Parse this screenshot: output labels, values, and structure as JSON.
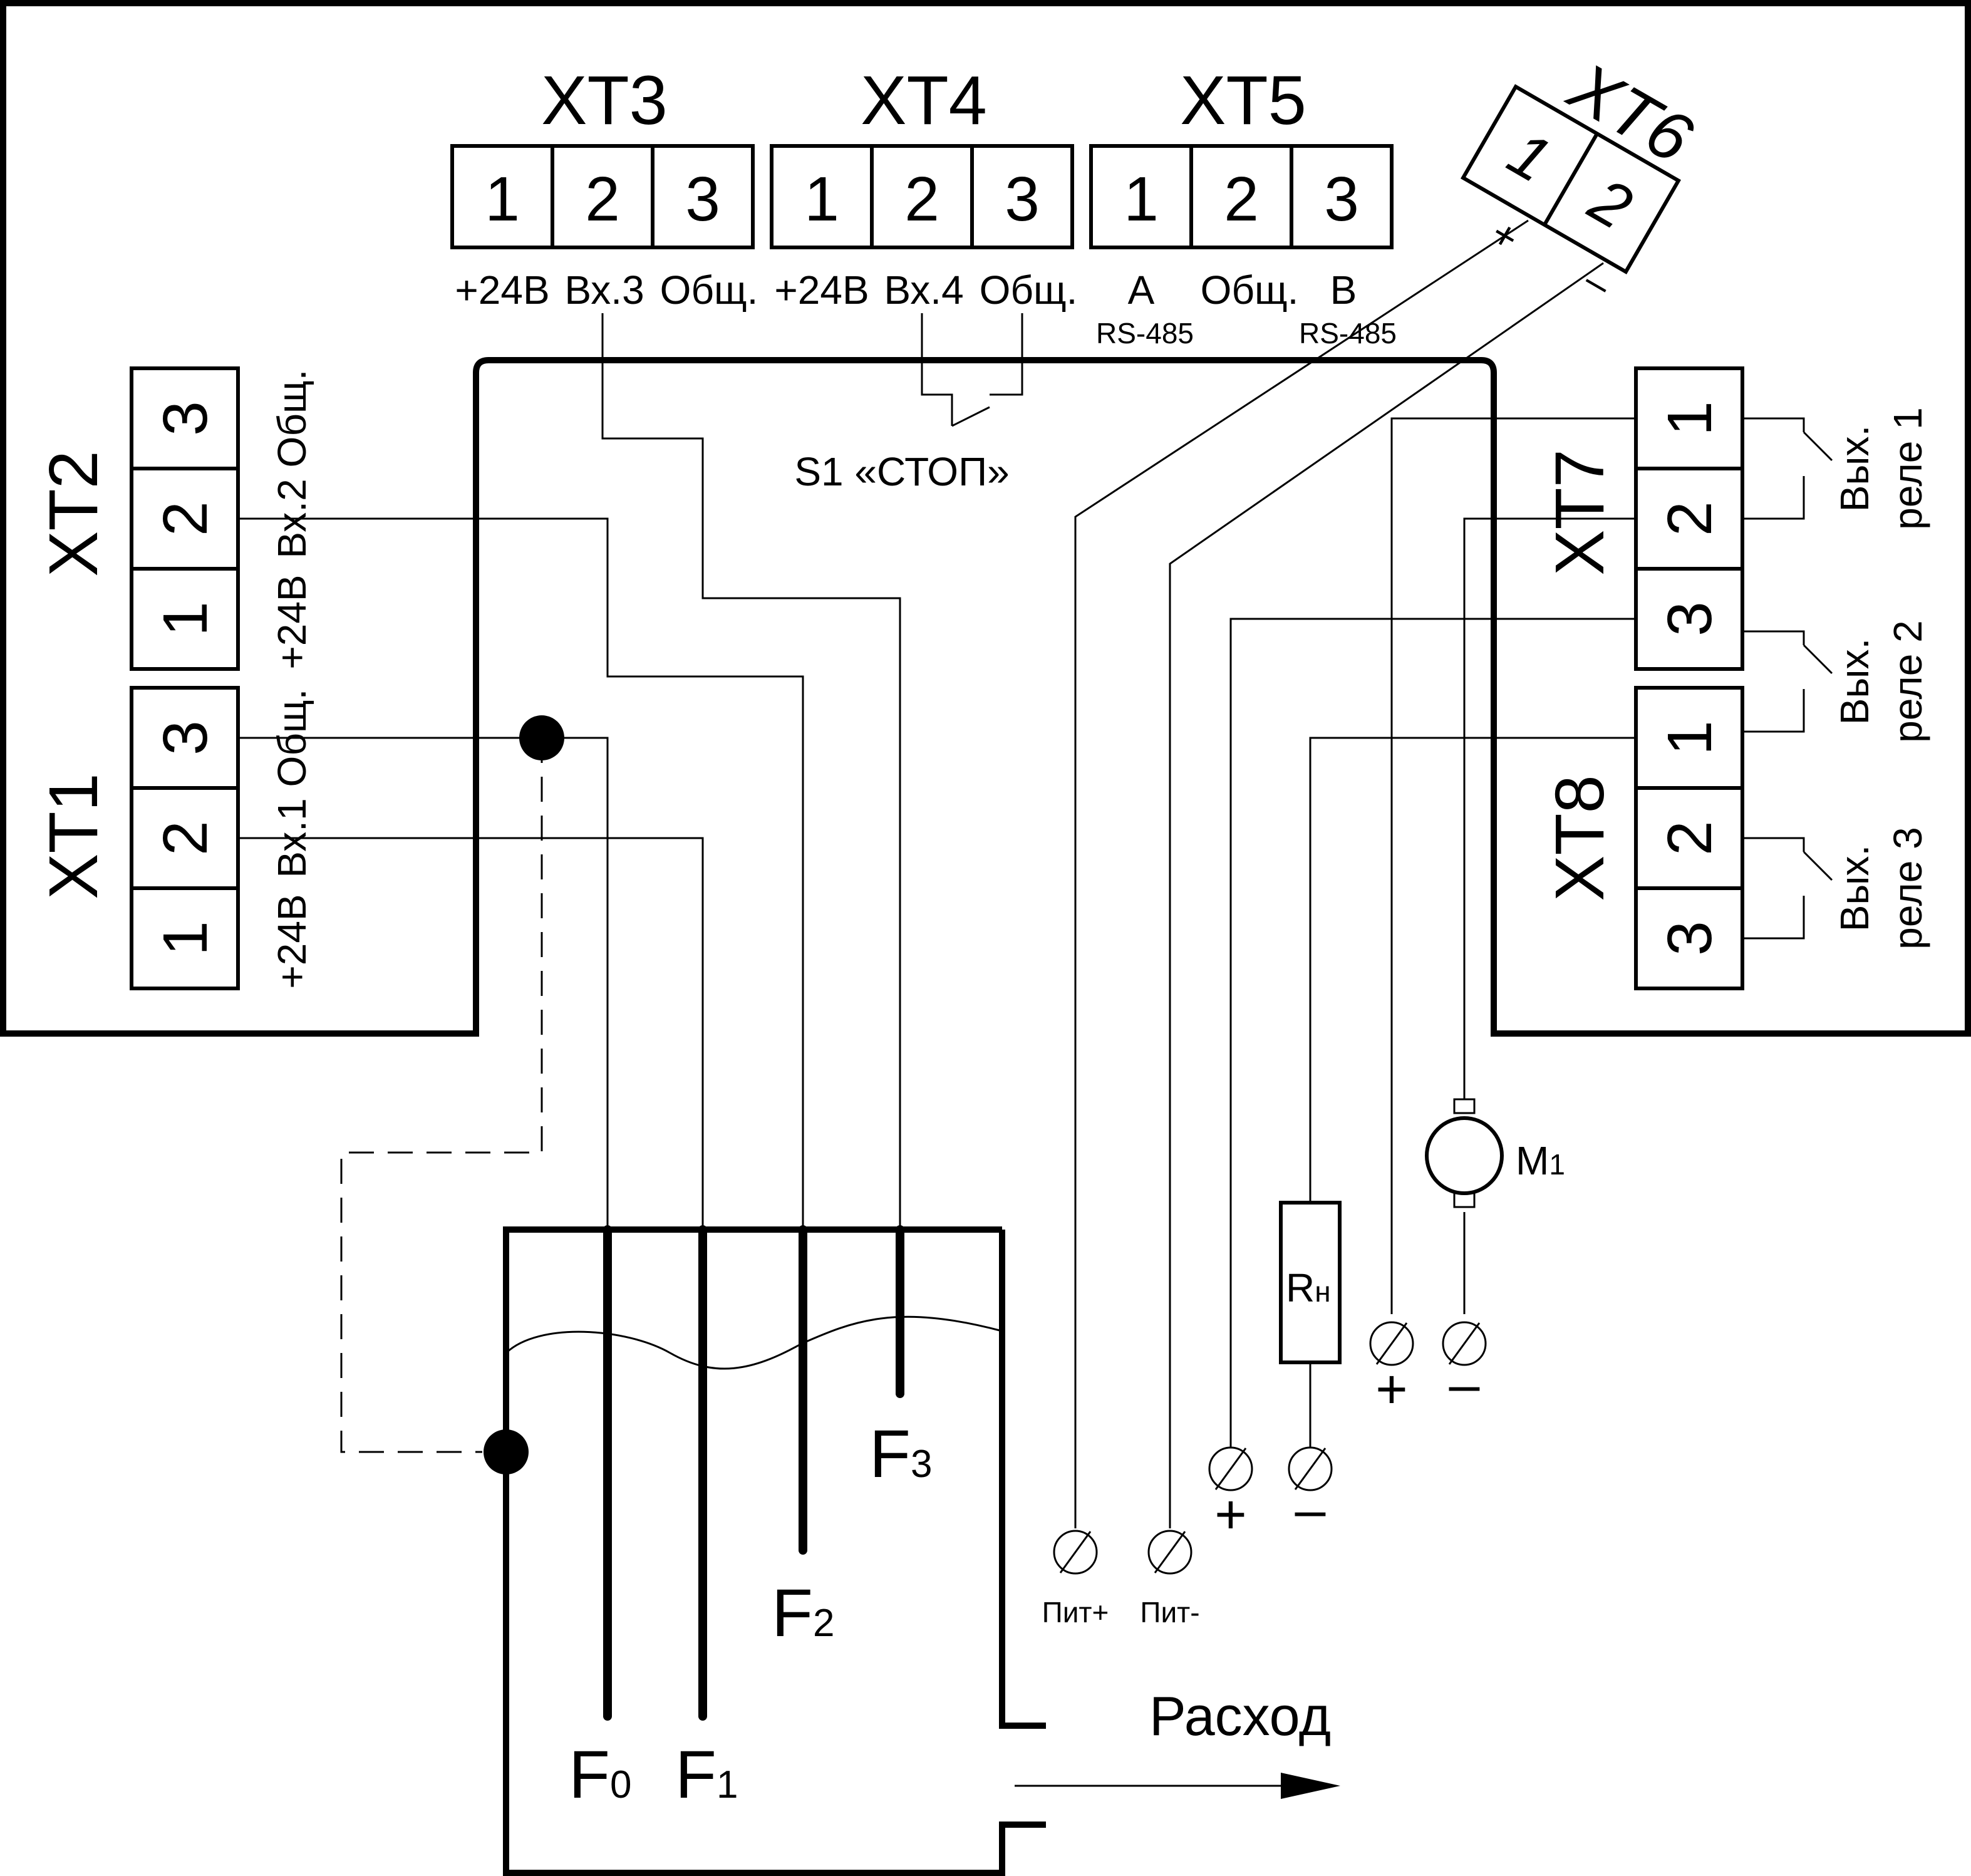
{
  "terminals": {
    "xt1": {
      "name": "XT1",
      "pins": [
        "1",
        "2",
        "3"
      ],
      "labels": [
        "+24В",
        "Вх.1",
        "Общ."
      ]
    },
    "xt2": {
      "name": "XT2",
      "pins": [
        "1",
        "2",
        "3"
      ],
      "labels": [
        "+24В",
        "Вх.2",
        "Общ."
      ]
    },
    "xt3": {
      "name": "XT3",
      "pins": [
        "1",
        "2",
        "3"
      ],
      "labels": [
        "+24В",
        "Вх.3",
        "Общ."
      ]
    },
    "xt4": {
      "name": "XT4",
      "pins": [
        "1",
        "2",
        "3"
      ],
      "labels": [
        "+24В",
        "Вх.4",
        "Общ."
      ]
    },
    "xt5": {
      "name": "XT5",
      "pins": [
        "1",
        "2",
        "3"
      ],
      "labels": [
        "A",
        "Общ.",
        "B"
      ],
      "sublabels": [
        "RS-485",
        "RS-485"
      ]
    },
    "xt6": {
      "name": "XT6",
      "pins": [
        "1",
        "2"
      ],
      "signs": [
        "+",
        "–"
      ]
    },
    "xt7": {
      "name": "XT7",
      "pins": [
        "1",
        "2",
        "3"
      ]
    },
    "xt8": {
      "name": "XT8",
      "pins": [
        "1",
        "2",
        "3"
      ]
    }
  },
  "relays": [
    {
      "line1": "Вых.",
      "line2": "реле 1"
    },
    {
      "line1": "Вых.",
      "line2": "реле 2"
    },
    {
      "line1": "Вых.",
      "line2": "реле 3"
    }
  ],
  "switch_label": "S1 «СТОП»",
  "tank": {
    "probes": [
      {
        "letter": "F",
        "sub": "0"
      },
      {
        "letter": "F",
        "sub": "1"
      },
      {
        "letter": "F",
        "sub": "2"
      },
      {
        "letter": "F",
        "sub": "3"
      }
    ],
    "outflow_label": "Расход"
  },
  "load": {
    "letter": "R",
    "sub": "н"
  },
  "motor": {
    "letter": "M",
    "sub": "1"
  },
  "supply": {
    "plus": "Пит+",
    "minus": "Пит-"
  },
  "signs": {
    "plus": "+",
    "minus": "–"
  }
}
